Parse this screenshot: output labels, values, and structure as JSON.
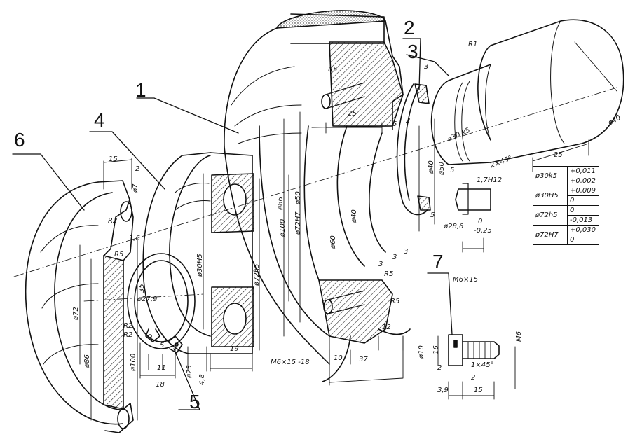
{
  "part_numbers": {
    "p1": "1",
    "p2": "2",
    "p3": "3",
    "p4": "4",
    "p5": "5",
    "p6": "6",
    "p7": "7"
  },
  "dimensions": {
    "d_15": "15",
    "d_2a": "2",
    "d_phi7": "ø7",
    "d_R2a": "R2",
    "d_R5a": "R5",
    "d_1_6": "1,6",
    "d_phi72": "ø72",
    "d_phi86a": "ø86",
    "d_R2b": "R2",
    "d_R2c": "R2",
    "d_phi100a": "ø100",
    "d_35": "35",
    "d_phi27_9": "ø27,9",
    "d_5a": "5",
    "d_11": "11",
    "d_18": "18",
    "d_phi25": "ø25",
    "d_4_8": "4,8",
    "d_phi30H5": "ø30H5",
    "d_phi72h5": "ø72h5",
    "d_19": "19",
    "d_R5b": "R5",
    "d_25a": "25",
    "d_phi86b": "ø86",
    "d_phi50a": "ø50",
    "d_phi100b": "ø100",
    "d_phi72H7": "ø72H7",
    "d_phi60": "ø60",
    "d_phi40a": "ø40",
    "d_M6x15_18": "M6×15 -18",
    "d_10": "10",
    "d_37": "37",
    "d_12": "12",
    "d_R5c": "R5",
    "d_R5d": "R5",
    "d_3a": "3",
    "d_3b": "3",
    "d_3c": "3",
    "d_5b": "5",
    "d_2b": "2",
    "d_phi40b": "ø40",
    "d_phi50b": "ø50",
    "d_5c": "5",
    "d_5d": "5",
    "d_3d": "3",
    "d_R1": "R1",
    "d_phi30k5": "ø30 k5",
    "d_phi40c": "ø40",
    "d_25b": "25",
    "d_2x45": "2×45°",
    "d_1_7H12": "1,7H12",
    "d_phi28_6": "ø28,6",
    "d_dev0": "0",
    "d_dev025": "-0,25",
    "d_M6x15": "M6×15",
    "d_M6": "M6",
    "d_phi10": "ø10",
    "d_16": "16",
    "d_2c": "2",
    "d_1x45": "1×45°",
    "d_2d": "2",
    "d_3_9": "3,9",
    "d_15b": "15"
  },
  "tolerance_table": [
    {
      "fit": "ø30k5",
      "upper": "+0,011",
      "lower": "+0,002"
    },
    {
      "fit": "ø30H5",
      "upper": "+0,009",
      "lower": "0"
    },
    {
      "fit": "ø72h5",
      "upper": "0",
      "lower": "-0,013"
    },
    {
      "fit": "ø72H7",
      "upper": "+0,030",
      "lower": "0"
    }
  ]
}
